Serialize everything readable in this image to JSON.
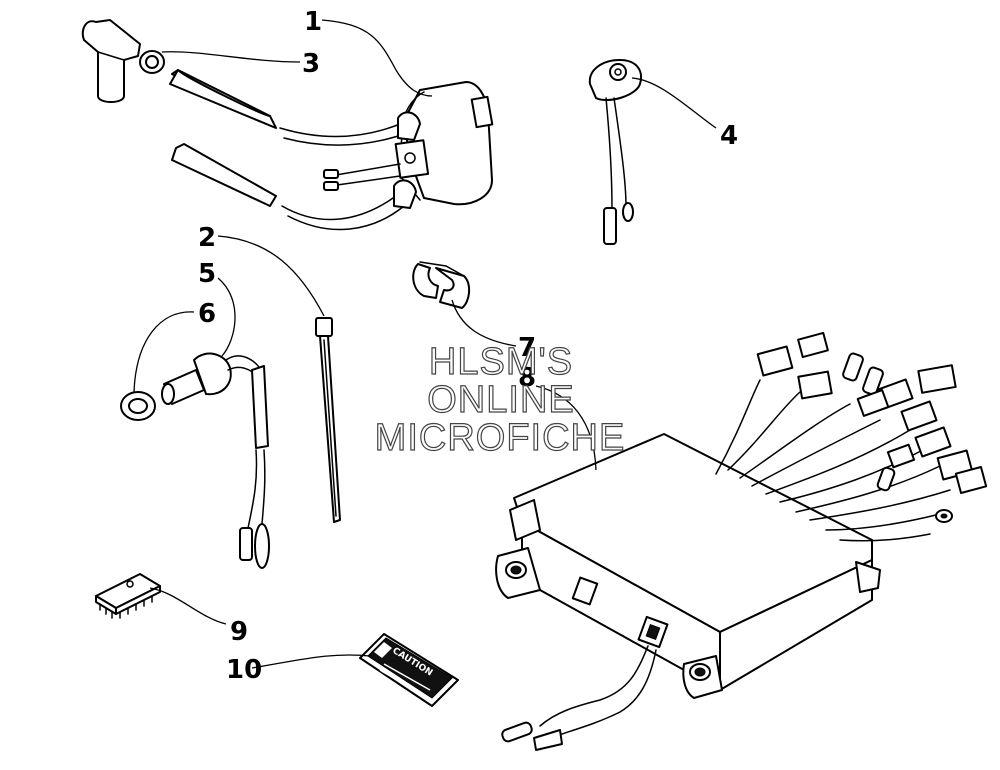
{
  "callouts": [
    {
      "id": "1",
      "label": "1"
    },
    {
      "id": "2",
      "label": "2"
    },
    {
      "id": "3",
      "label": "3"
    },
    {
      "id": "4",
      "label": "4"
    },
    {
      "id": "5",
      "label": "5"
    },
    {
      "id": "6",
      "label": "6"
    },
    {
      "id": "7",
      "label": "7"
    },
    {
      "id": "8",
      "label": "8"
    },
    {
      "id": "9",
      "label": "9"
    },
    {
      "id": "10",
      "label": "10"
    }
  ],
  "watermark": {
    "line1": "HLSM'S",
    "line2": "ONLINE",
    "line3": "MICROFICHE"
  },
  "decal_text": "CAUTION"
}
